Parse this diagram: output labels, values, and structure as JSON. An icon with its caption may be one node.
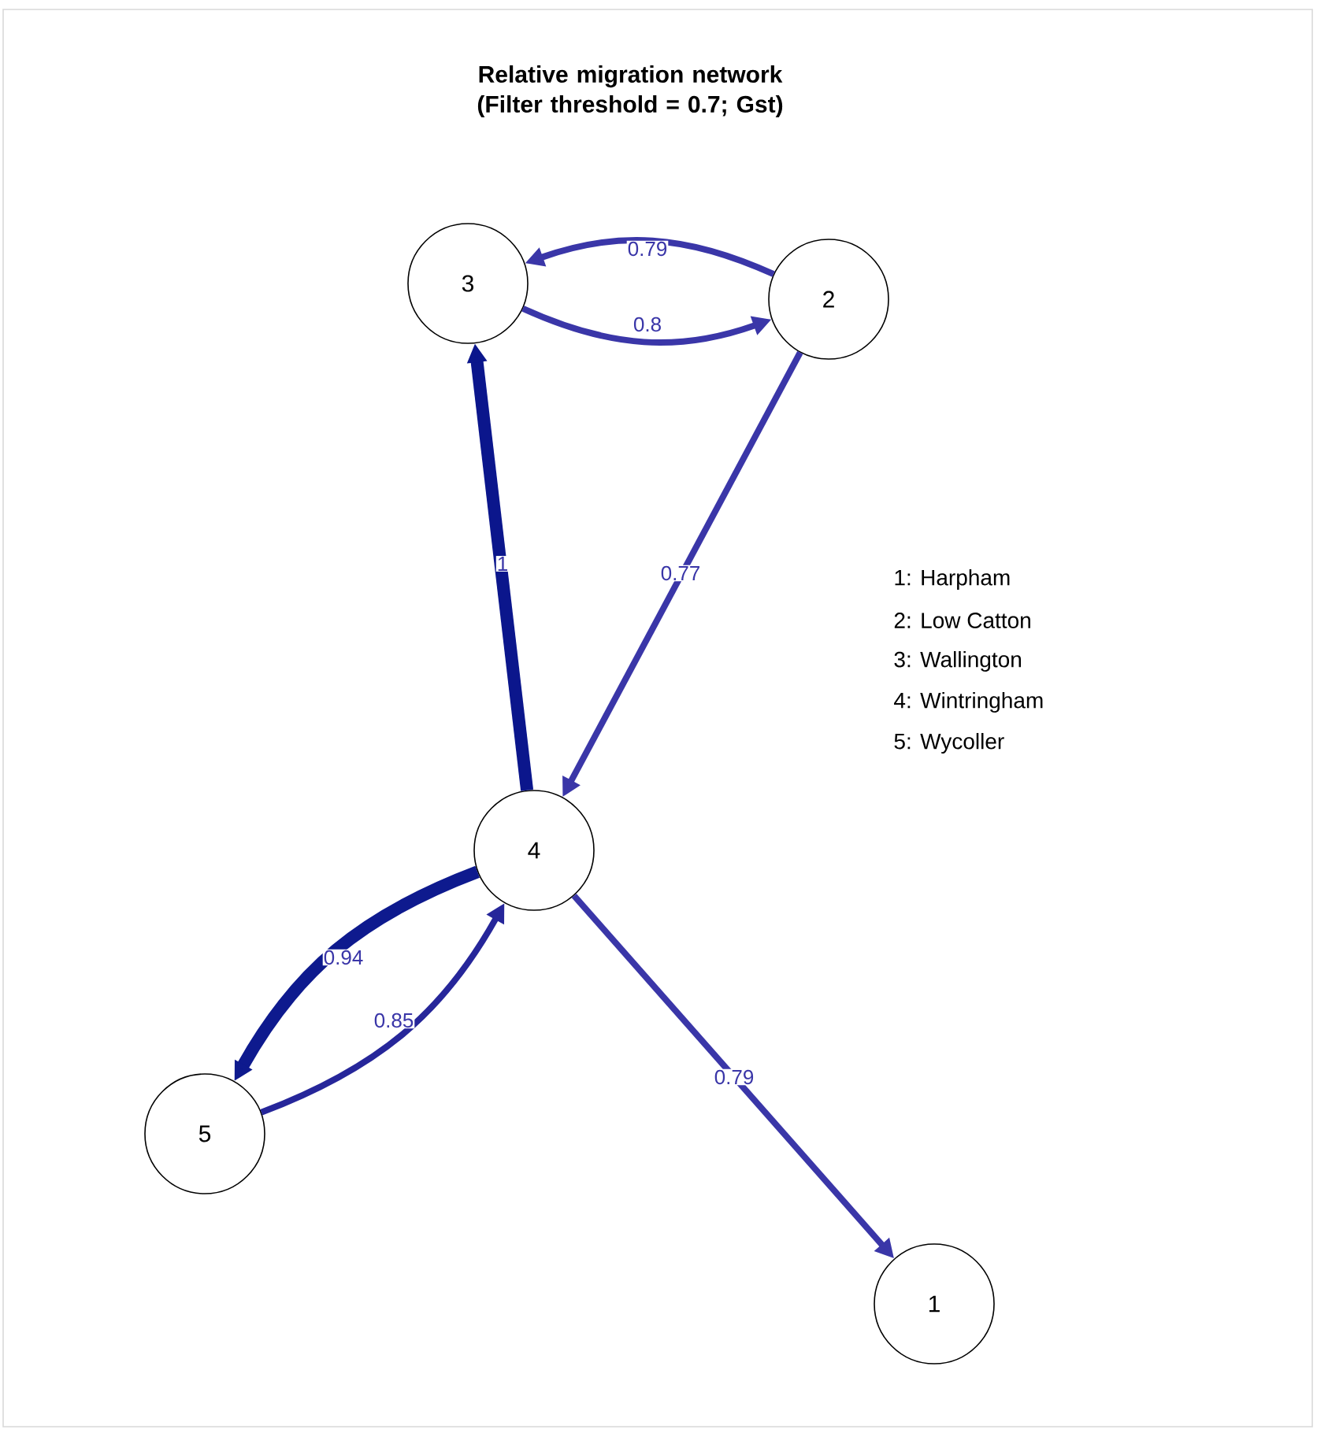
{
  "diagram": {
    "title": "Relative migration network (Filter threshold = 0.7; Gst)",
    "nodes": [
      {
        "text": [
          "3"
        ]
      },
      {
        "text": [
          "2"
        ]
      },
      {
        "text": [
          "4"
        ]
      },
      {
        "text": [
          "5"
        ]
      },
      {
        "text": [
          "1"
        ]
      }
    ],
    "edges": [
      {
        "from": 1,
        "to": 0,
        "arrow": "to",
        "label": "0.79"
      },
      {
        "from": 0,
        "to": 1,
        "arrow": "to",
        "label": "0.8"
      },
      {
        "from": 2,
        "to": 0,
        "arrow": "to",
        "label": "1",
        "style": "thick",
        "color": "#0b168c"
      },
      {
        "from": 1,
        "to": 2,
        "arrow": "to",
        "label": "0.77"
      },
      {
        "from": 2,
        "to": 3,
        "arrow": "to",
        "label": "0.94",
        "style": "thick",
        "color": "#0e1a8e"
      },
      {
        "from": 3,
        "to": 2,
        "arrow": "to",
        "label": "0.85",
        "color": "#26269a"
      },
      {
        "from": 2,
        "to": 4,
        "arrow": "to",
        "label": "0.79"
      }
    ],
    "labels": [
      "1: Harpham",
      "2: Low Catton",
      "3: Wallington",
      "4: Wintringham",
      "5: Wycoller"
    ]
  }
}
